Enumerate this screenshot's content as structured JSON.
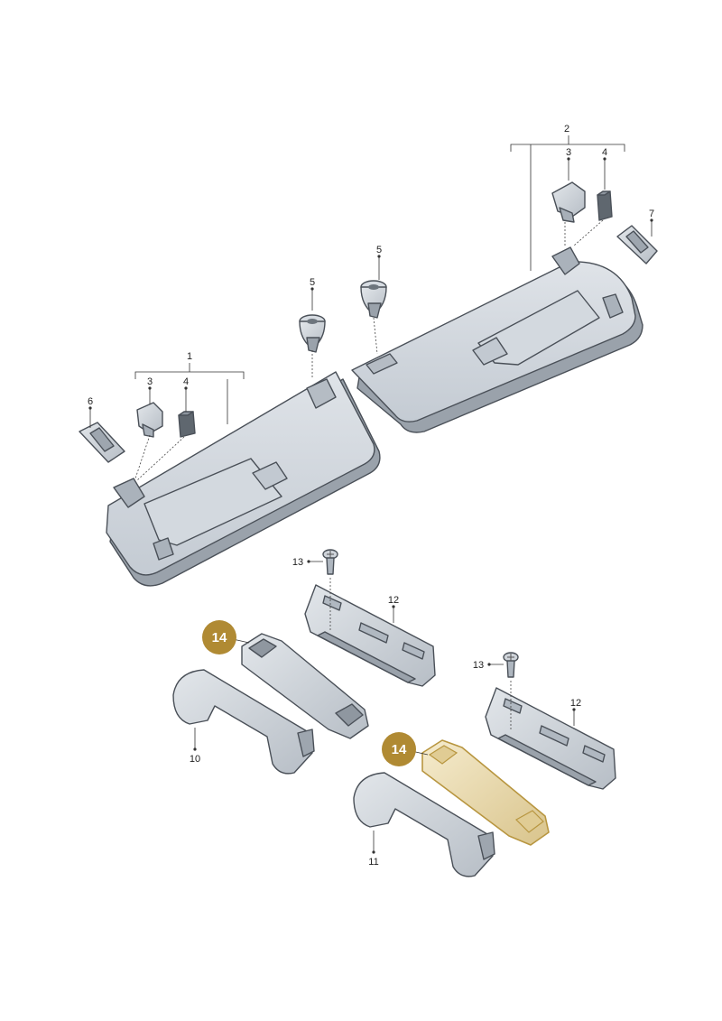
{
  "callouts": {
    "c1": "1",
    "c2": "2",
    "c3_left": "3",
    "c4_left": "4",
    "c3_right": "3",
    "c4_right": "4",
    "c5_left": "5",
    "c5_right": "5",
    "c6": "6",
    "c7": "7",
    "c10": "10",
    "c11": "11",
    "c12_upper": "12",
    "c12_lower": "12",
    "c13_upper": "13",
    "c13_lower": "13",
    "c14_upper": "14",
    "c14_lower": "14"
  },
  "colors": {
    "part_fill": "#cdd3da",
    "part_shade": "#aeb6bf",
    "part_dark": "#8d959e",
    "highlight_fill": "#ede0b8",
    "highlight_stroke": "#b89640",
    "badge_fill": "#b08a33"
  }
}
